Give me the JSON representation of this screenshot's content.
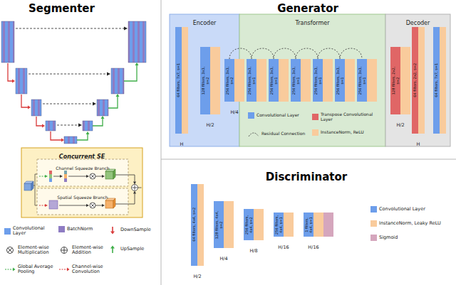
{
  "diagram": {
    "nodes": [
      {
        "text": [
          "Concurrent SE"
        ]
      },
      {
        "text": [
          "Channel Squeeze Branch"
        ],
        "in": 0
      },
      {
        "text": [
          "Spatial Squeeze Branch"
        ],
        "in": 0
      },
      {
        "text": [
          "Encoder"
        ]
      },
      {
        "text": [
          "64 filters, 7x7, s=1"
        ],
        "in": 3
      },
      {
        "text": [
          "128 filters, 3x3, s=2"
        ],
        "in": 3
      },
      {
        "text": [
          "256 filters, 3x3, s=2"
        ],
        "in": 3
      },
      {
        "text": [
          "Transformer"
        ]
      },
      {
        "text": [
          "256 filters, 3x3, s=1"
        ],
        "in": 7
      },
      {
        "text": [
          "256 filters, 3x3, s=1"
        ],
        "in": 7
      },
      {
        "text": [
          "256 filters, 3x3, s=1"
        ],
        "in": 7
      },
      {
        "text": [
          "256 filters, 3x3, s=1"
        ],
        "in": 7
      },
      {
        "text": [
          "256 filters, 3x3, s=1"
        ],
        "in": 7
      },
      {
        "text": [
          "256 filters, 3x3, s=1"
        ],
        "in": 7
      },
      {
        "text": [
          "Decoder"
        ]
      },
      {
        "text": [
          "128 filters, 2x2, s=2"
        ],
        "in": 14
      },
      {
        "text": [
          "64 filters, 2x2, s=2"
        ],
        "in": 14
      },
      {
        "text": [
          "64 filters, 7x7, s=1"
        ],
        "in": 14
      },
      {
        "text": [
          "64 filters, 4x4, s=2"
        ]
      },
      {
        "text": [
          "128 filters, 4x4, s=2"
        ]
      },
      {
        "text": [
          "256 filters, 4x4, s=2"
        ]
      },
      {
        "text": [
          "256 filters, 4x4, s=1"
        ]
      },
      {
        "text": [
          "1 filters, 4x4, s=1"
        ]
      }
    ],
    "edges": [
      {
        "from": 6,
        "to": 8,
        "arrow": "none"
      },
      {
        "from": 8,
        "to": 9,
        "arrow": "none"
      },
      {
        "from": 9,
        "to": 10,
        "arrow": "none"
      },
      {
        "from": 10,
        "to": 11,
        "arrow": "none"
      },
      {
        "from": 11,
        "to": 12,
        "arrow": "none"
      },
      {
        "from": 12,
        "to": 13,
        "arrow": "none"
      }
    ],
    "labels": [
      "Segmenter",
      "Generator",
      "Discriminator",
      "H",
      "H/2",
      "H/4",
      "H/2",
      "H",
      "H/2",
      "H/4",
      "H/8",
      "H/16",
      "H/16"
    ],
    "legend": [
      {
        "text": "Convolutional Layer",
        "color": "#6d9eeb"
      },
      {
        "text": "BatchNorm",
        "color": "#8e7cc3"
      },
      {
        "text": "DownSample"
      },
      {
        "text": "Element-wise Multiplication"
      },
      {
        "text": "Element-wise Addition"
      },
      {
        "text": "UpSample"
      },
      {
        "text": "Global Average Pooling"
      },
      {
        "text": "Channel-wise Convolution"
      },
      {
        "text": "Convolutional Layer",
        "color": "#6d9eeb"
      },
      {
        "text": "Transpose Convolutional Layer",
        "color": "#e06666"
      },
      {
        "text": "Residual Connection"
      },
      {
        "text": "InstanceNorm, ReLU",
        "color": "#f9cb9c"
      },
      {
        "text": "Convolutional Layer",
        "color": "#6d9eeb"
      },
      {
        "text": "InstanceNorm, Leaky ReLU",
        "color": "#f9cb9c"
      },
      {
        "text": "Sigmoid",
        "color": "#d5a6bd"
      }
    ]
  }
}
